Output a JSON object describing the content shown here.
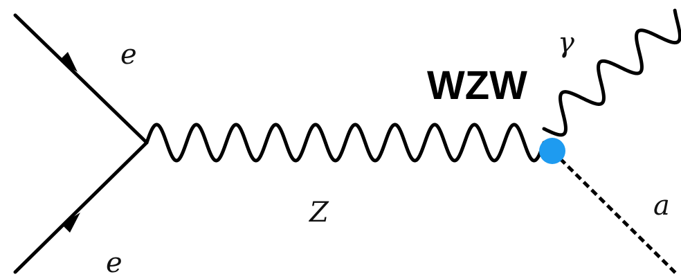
{
  "diagram": {
    "type": "feynman-diagram",
    "particles": {
      "electron_in_top": "e",
      "electron_in_bottom": "e",
      "z_boson": "Z",
      "photon": "γ",
      "axion": "a"
    },
    "vertex_label": "WZW",
    "colors": {
      "line": "#000000",
      "vertex": "#1e9bf0"
    },
    "line_styles": {
      "electrons": "solid-with-arrows",
      "z_boson": "wavy",
      "photon": "wavy",
      "axion": "dashed"
    }
  }
}
